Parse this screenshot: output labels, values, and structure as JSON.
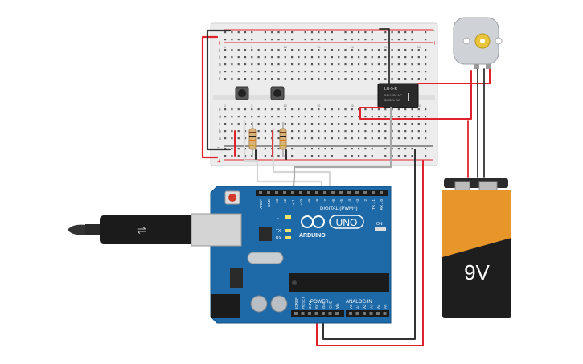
{
  "breadboard": {
    "column_numbers": [
      "1",
      "5",
      "10",
      "15",
      "20",
      "25",
      "30"
    ],
    "row_letters_top": [
      "j",
      "i",
      "h",
      "g",
      "f"
    ],
    "row_letters_bottom": [
      "e",
      "d",
      "c",
      "b",
      "a"
    ],
    "rail_minus": "-",
    "rail_plus": "+"
  },
  "relay": {
    "model": "LU-5-R",
    "rating_ac": "5A/125V AC",
    "rating_dc": "5A/30V DC"
  },
  "arduino": {
    "brand": "ARDUINO",
    "model": "UNO",
    "digital_label": "DIGITAL (PWM~)",
    "power_label": "POWER",
    "analog_label": "ANALOG IN",
    "on_label": "ON",
    "tx_label": "TX",
    "rx_label": "RX",
    "l_label": "L",
    "digital_pins": [
      "AREF",
      "GND",
      "13",
      "12",
      "~11",
      "~10",
      "~9",
      "8",
      "7",
      "~6",
      "~5",
      "4",
      "~3",
      "2",
      "TX→1",
      "RX←0"
    ],
    "power_pins": [
      "IOREF",
      "RESET",
      "3.3V",
      "5V",
      "GND",
      "GND",
      "Vin"
    ],
    "analog_pins": [
      "A0",
      "A1",
      "A2",
      "A3",
      "A4",
      "A5"
    ]
  },
  "battery": {
    "label": "9V"
  },
  "colors": {
    "red_wire": "#e0232b",
    "black_wire": "#333333",
    "white_wire": "#d6d6d6",
    "gray_wire": "#a8a8a8",
    "arduino_blue": "#1e6aa8",
    "battery_orange": "#e8952a",
    "breadboard": "#efefef"
  }
}
